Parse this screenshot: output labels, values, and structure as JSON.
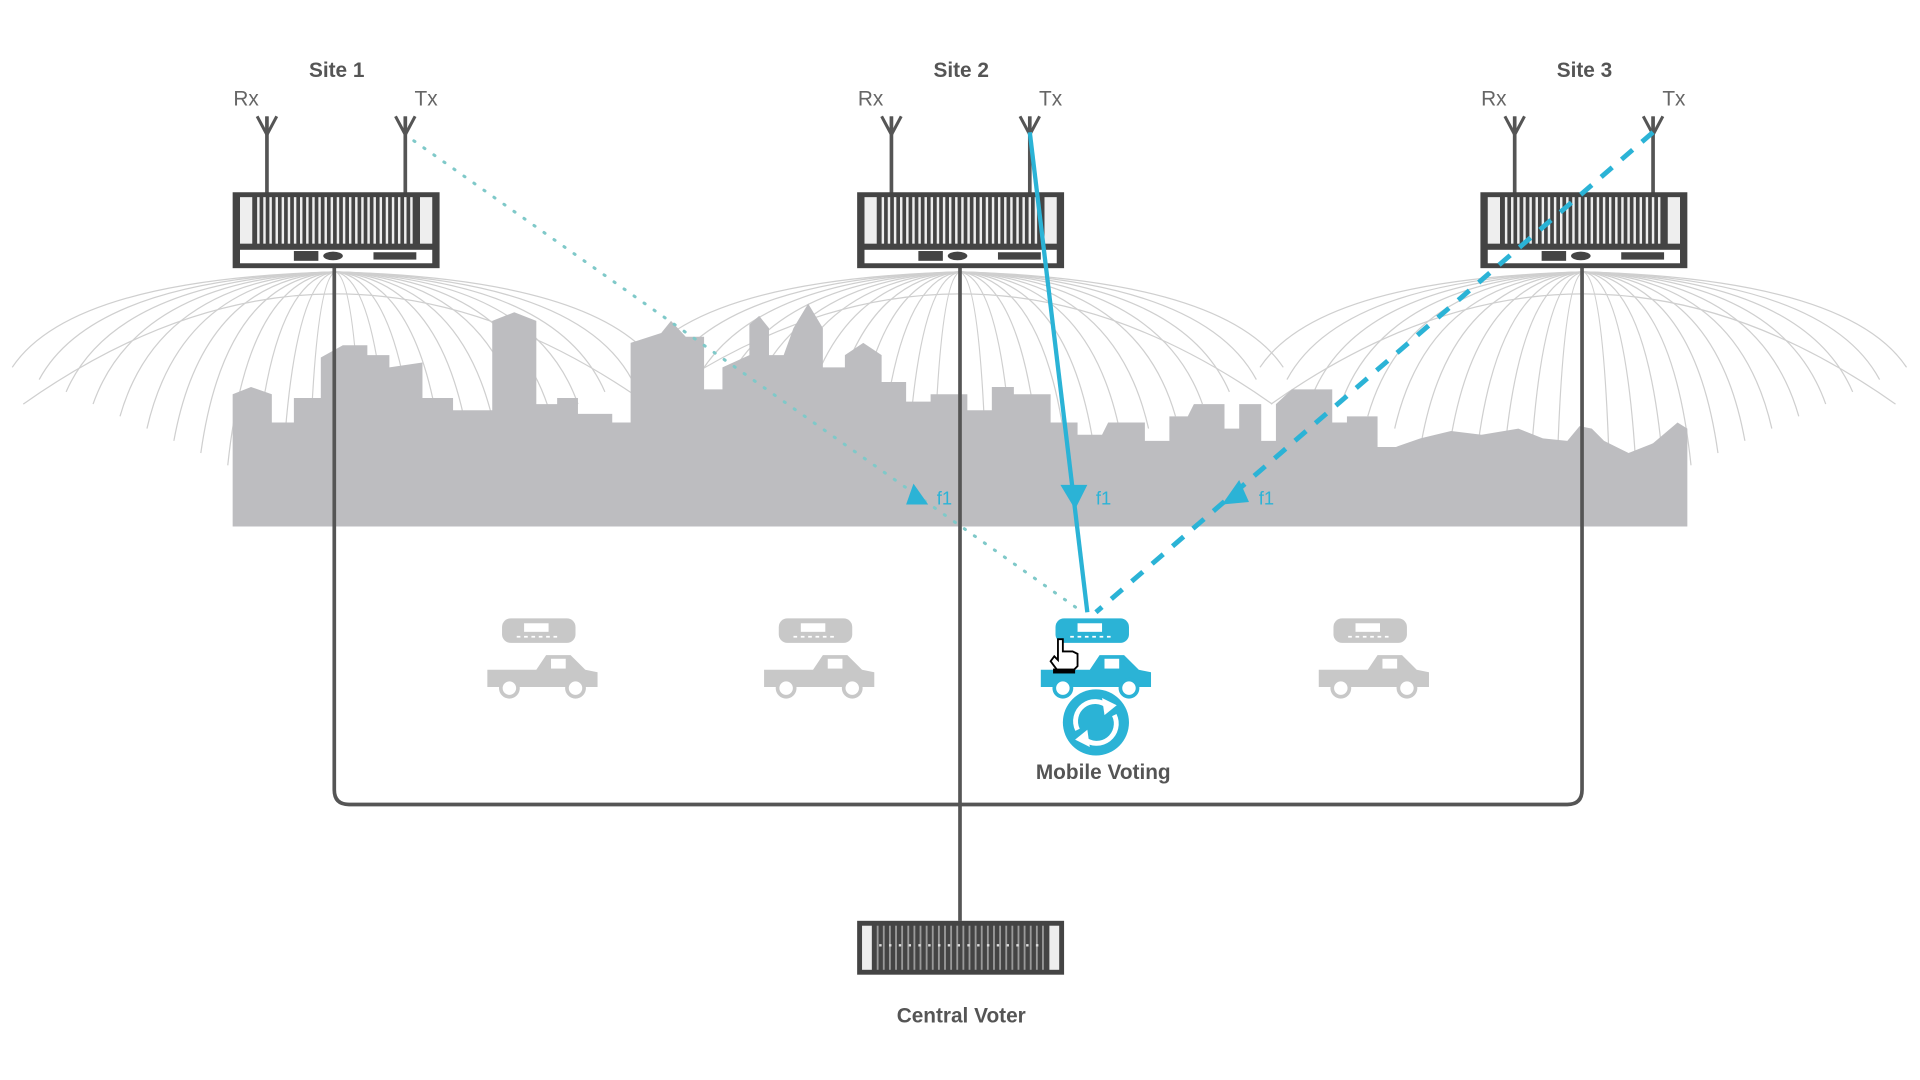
{
  "sites": [
    {
      "label": "Site 1",
      "rx": "Rx",
      "tx": "Tx"
    },
    {
      "label": "Site 2",
      "rx": "Rx",
      "tx": "Tx"
    },
    {
      "label": "Site 3",
      "rx": "Rx",
      "tx": "Tx"
    }
  ],
  "signals": [
    {
      "label": "f1",
      "style": "dotted"
    },
    {
      "label": "f1",
      "style": "solid"
    },
    {
      "label": "f1",
      "style": "dashed"
    }
  ],
  "mobile_voting_label": "Mobile Voting",
  "central_voter_label": "Central Voter",
  "colors": {
    "accent": "#2bb3d6",
    "skyline": "#bdbdc0",
    "line": "#555555",
    "vehicle_inactive": "#c8c8c8"
  }
}
